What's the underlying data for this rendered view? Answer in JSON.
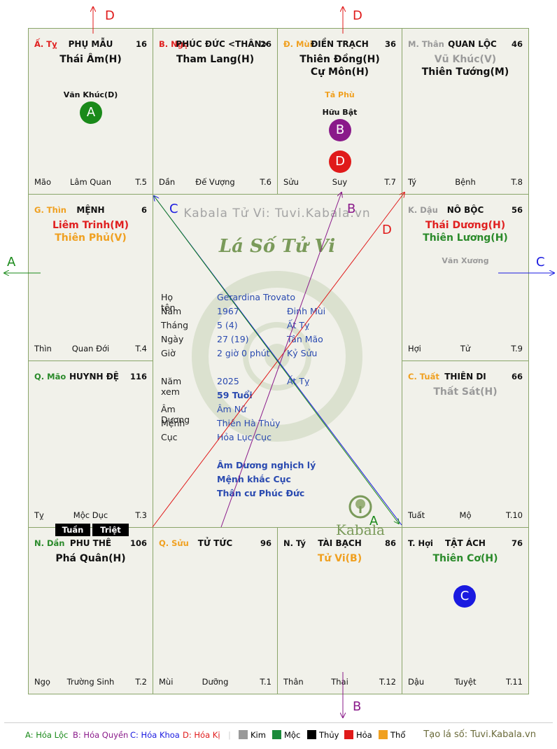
{
  "cells": [
    {
      "id": "ty",
      "can": "Ấ. Tỵ",
      "can_color": "#e02020",
      "palace": "PHỤ MẪU",
      "num": "16",
      "majors": [
        {
          "t": "Thái Âm(H)",
          "c": "#111"
        }
      ],
      "minors": [
        {
          "t": "Văn Khúc(D)",
          "c": "#111"
        }
      ],
      "bottom": {
        "l": "Mão",
        "c": "Lâm Quan",
        "r": "T.5"
      }
    },
    {
      "id": "ngo",
      "can": "B. Ngọ",
      "can_color": "#e02020",
      "palace": "PHÚC ĐỨC <THÂN>",
      "num": "26",
      "majors": [
        {
          "t": "Tham Lang(H)",
          "c": "#111"
        }
      ],
      "minors": [],
      "bottom": {
        "l": "Dần",
        "c": "Đế Vượng",
        "r": "T.6"
      }
    },
    {
      "id": "mui",
      "can": "Đ. Mùi",
      "can_color": "#f0a020",
      "palace": "ĐIỀN TRẠCH",
      "num": "36",
      "majors": [
        {
          "t": "Thiên Đồng(H)",
          "c": "#111"
        },
        {
          "t": "Cự Môn(H)",
          "c": "#111"
        }
      ],
      "minors": [
        {
          "t": "Tả Phù",
          "c": "#f0a020"
        },
        {
          "t": "Hữu Bật",
          "c": "#111"
        }
      ],
      "bottom": {
        "l": "Sửu",
        "c": "Suy",
        "r": "T.7"
      }
    },
    {
      "id": "than",
      "can": "M. Thân",
      "can_color": "#999999",
      "palace": "QUAN LỘC",
      "num": "46",
      "majors": [
        {
          "t": "Vũ Khúc(V)",
          "c": "#9a9a9a"
        },
        {
          "t": "Thiên Tướng(M)",
          "c": "#111"
        }
      ],
      "minors": [],
      "bottom": {
        "l": "Tý",
        "c": "Bệnh",
        "r": "T.8"
      }
    },
    {
      "id": "thin",
      "can": "G. Thìn",
      "can_color": "#f0a020",
      "palace": "MỆNH",
      "num": "6",
      "majors": [
        {
          "t": "Liêm Trinh(M)",
          "c": "#e02020"
        },
        {
          "t": "Thiên Phủ(V)",
          "c": "#f0a020"
        }
      ],
      "minors": [],
      "bottom": {
        "l": "Thìn",
        "c": "Quan Đới",
        "r": "T.4"
      }
    },
    {
      "id": "dau",
      "can": "K. Dậu",
      "can_color": "#999999",
      "palace": "NÔ BỘC",
      "num": "56",
      "majors": [
        {
          "t": "Thái Dương(H)",
          "c": "#e02020"
        },
        {
          "t": "Thiên Lương(H)",
          "c": "#2a8a2a"
        }
      ],
      "minors": [
        {
          "t": "Văn Xương",
          "c": "#9a9a9a"
        }
      ],
      "bottom": {
        "l": "Hợi",
        "c": "Tử",
        "r": "T.9"
      }
    },
    {
      "id": "mao",
      "can": "Q. Mão",
      "can_color": "#2a8a2a",
      "palace": "HUYNH ĐỆ",
      "num": "116",
      "majors": [],
      "minors": [],
      "bottom": {
        "l": "Tỵ",
        "c": "Mộc Dục",
        "r": "T.3"
      }
    },
    {
      "id": "tuat",
      "can": "C. Tuất",
      "can_color": "#f0a020",
      "palace": "THIÊN DI",
      "num": "66",
      "majors": [
        {
          "t": "Thất Sát(H)",
          "c": "#9a9a9a"
        }
      ],
      "minors": [],
      "bottom": {
        "l": "Tuất",
        "c": "Mộ",
        "r": "T.10"
      }
    },
    {
      "id": "dan",
      "can": "N. Dần",
      "can_color": "#2a8a2a",
      "palace": "PHU THÊ",
      "num": "106",
      "majors": [
        {
          "t": "Phá Quân(H)",
          "c": "#111"
        }
      ],
      "minors": [],
      "bottom": {
        "l": "Ngọ",
        "c": "Trường Sinh",
        "r": "T.2"
      }
    },
    {
      "id": "suu",
      "can": "Q. Sửu",
      "can_color": "#f0a020",
      "palace": "TỬ TỨC",
      "num": "96",
      "majors": [],
      "minors": [],
      "bottom": {
        "l": "Mùi",
        "c": "Dưỡng",
        "r": "T.1"
      }
    },
    {
      "id": "ti",
      "can": "N. Tý",
      "can_color": "#111111",
      "palace": "TÀI BẠCH",
      "num": "86",
      "majors": [
        {
          "t": "Tử Vi(B)",
          "c": "#f0a020"
        }
      ],
      "minors": [],
      "bottom": {
        "l": "Thân",
        "c": "Thai",
        "r": "T.12"
      }
    },
    {
      "id": "hoi",
      "can": "T. Hợi",
      "can_color": "#111111",
      "palace": "TẬT ÁCH",
      "num": "76",
      "majors": [
        {
          "t": "Thiên Cơ(H)",
          "c": "#2a8a2a"
        }
      ],
      "minors": [],
      "bottom": {
        "l": "Dậu",
        "c": "Tuyệt",
        "r": "T.11"
      }
    }
  ],
  "center": {
    "watermark": "Kabala Tử Vi: Tuvi.Kabala.vn",
    "title": "Lá Số Tử Vi",
    "rows": [
      {
        "l": "Họ tên",
        "v1": "Gerardina Trovato",
        "v2": ""
      },
      {
        "l": "Năm",
        "v1": "1967",
        "v2": "Đinh Mùi"
      },
      {
        "l": "Tháng",
        "v1": "5  (4)",
        "v2": "Ất Tỵ"
      },
      {
        "l": "Ngày",
        "v1": "27  (19)",
        "v2": "Tân Mão"
      },
      {
        "l": "Giờ",
        "v1": "2 giờ 0 phút",
        "v2": "Kỷ Sửu"
      },
      {
        "l": "Năm xem",
        "v1": "2025",
        "v2": "Ất Tỵ"
      },
      {
        "l": "",
        "v1": "59 Tuổi",
        "v2": ""
      },
      {
        "l": "Âm Dương",
        "v1": "Âm Nữ",
        "v2": ""
      },
      {
        "l": "Mệnh",
        "v1": "Thiên Hà Thủy",
        "v2": ""
      },
      {
        "l": "Cục",
        "v1": "Hỏa Lục Cục",
        "v2": ""
      }
    ],
    "notes": [
      "Âm Dương nghịch lý",
      "Mệnh khắc Cục",
      "Thân cư Phúc Đức"
    ],
    "logo_text": "Kabala"
  },
  "badges": [
    {
      "t": "A",
      "cell": "ty",
      "c": "#1a8a1a"
    },
    {
      "t": "B",
      "cell": "mui",
      "c": "#8a1a8a"
    },
    {
      "t": "D",
      "cell": "mui",
      "c": "#e01a1a"
    },
    {
      "t": "C",
      "cell": "hoi",
      "c": "#1a1ae0"
    }
  ],
  "tags": {
    "tuan": "Tuần",
    "triet": "Triệt"
  },
  "arrow_labels": {
    "d_top_left": "D",
    "d_top_mid": "D",
    "a_left": "A",
    "c_right": "C",
    "b_bottom": "B",
    "c_inner": "C",
    "b_inner": "B",
    "d_inner": "D",
    "a_inner": "A"
  },
  "legend": {
    "hl": "A: Hóa Lộc",
    "hq": "B: Hóa Quyền",
    "hk": "C: Hóa Khoa",
    "hki": "D: Hóa Kị",
    "kim": "Kim",
    "moc": "Mộc",
    "thuy": "Thủy",
    "hoa": "Hỏa",
    "tho": "Thổ",
    "site": "Tạo lá số: Tuvi.Kabala.vn"
  },
  "colors": {
    "hoa_loc": "#1a8a1a",
    "hoa_quyen": "#8a1a8a",
    "hoa_khoa": "#1a1ae0",
    "hoa_ki": "#e01a1a",
    "kim": "#999999",
    "moc": "#1a8a3a",
    "thuy": "#000000",
    "hoa": "#e01a1a",
    "tho": "#f0a020"
  }
}
